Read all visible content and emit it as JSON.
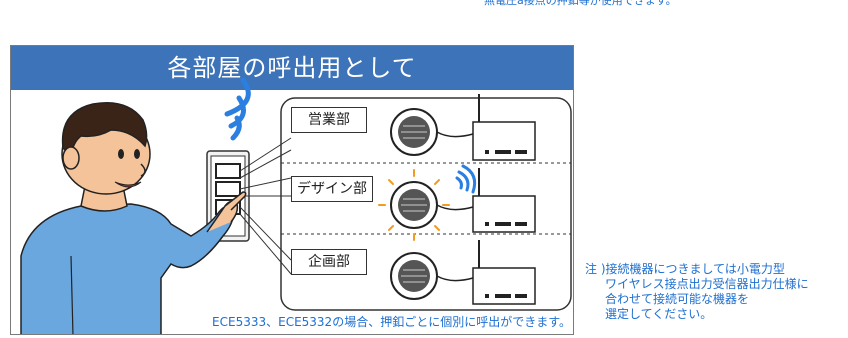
{
  "top_note": "無電圧a接点の押釦等が使用できます。",
  "panel": {
    "title": "各部屋の呼出用として",
    "rooms": [
      {
        "label": "営業部"
      },
      {
        "label": "デザイン部"
      },
      {
        "label": "企画部"
      }
    ],
    "caption": "ECE5333、ECE5332の場合、押釦ごとに個別に呼出ができます。"
  },
  "side_note": {
    "lines": [
      "注 )接続機器につきましては小電力型",
      "ワイヤレス接点出力受信器出力仕様に",
      "合わせて接続可能な機器を",
      "選定してください。"
    ]
  },
  "colors": {
    "accent_blue": "#3d73b8",
    "text_blue": "#1d6fd1",
    "shirt": "#6aa7df",
    "alert_orange": "#f29a22"
  }
}
